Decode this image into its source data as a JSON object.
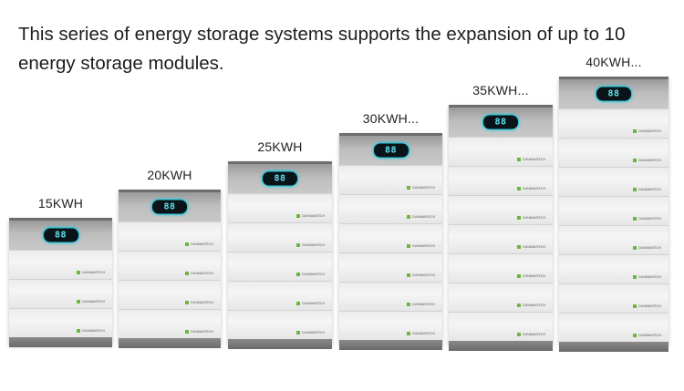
{
  "headline": {
    "line1": "This series of energy storage systems supports the expansion of up to 10",
    "line2": "energy storage modules."
  },
  "display_text": "88",
  "logo_text": "DUNMANTECH",
  "units": [
    {
      "label": "15KWH",
      "modules": 3
    },
    {
      "label": "20KWH",
      "modules": 4
    },
    {
      "label": "25KWH",
      "modules": 5
    },
    {
      "label": "30KWH...",
      "modules": 6
    },
    {
      "label": "35KWH...",
      "modules": 7
    },
    {
      "label": "40KWH...",
      "modules": 8
    }
  ],
  "colors": {
    "display_glow": "#26c4d6",
    "logo_green": "#69b83a",
    "controller_gray": "#bdbdbd",
    "module_white": "#f0f0f0"
  }
}
